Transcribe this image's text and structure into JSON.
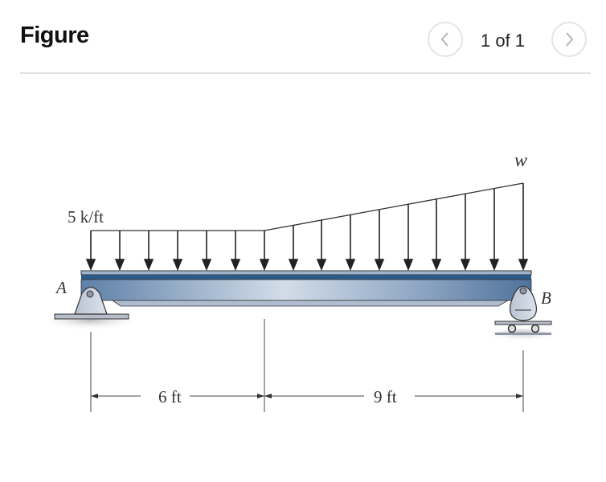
{
  "header": {
    "title": "Figure",
    "pager": "1 of 1",
    "prev_icon": "chevron-left-icon",
    "next_icon": "chevron-right-icon"
  },
  "diagram": {
    "type": "beam-loading",
    "load_left_label": "5 k/ft",
    "load_right_label": "w",
    "support_a_label": "A",
    "support_b_label": "B",
    "support_a_type": "pin",
    "support_b_type": "roller",
    "dim_1_label": "6 ft",
    "dim_2_label": "9 ft",
    "colors": {
      "beam": "#5b7fa6",
      "beam_light": "#c9d6e6",
      "beam_flange": "#2c5a86",
      "support": "#c7ccd6",
      "line": "#222222"
    }
  }
}
